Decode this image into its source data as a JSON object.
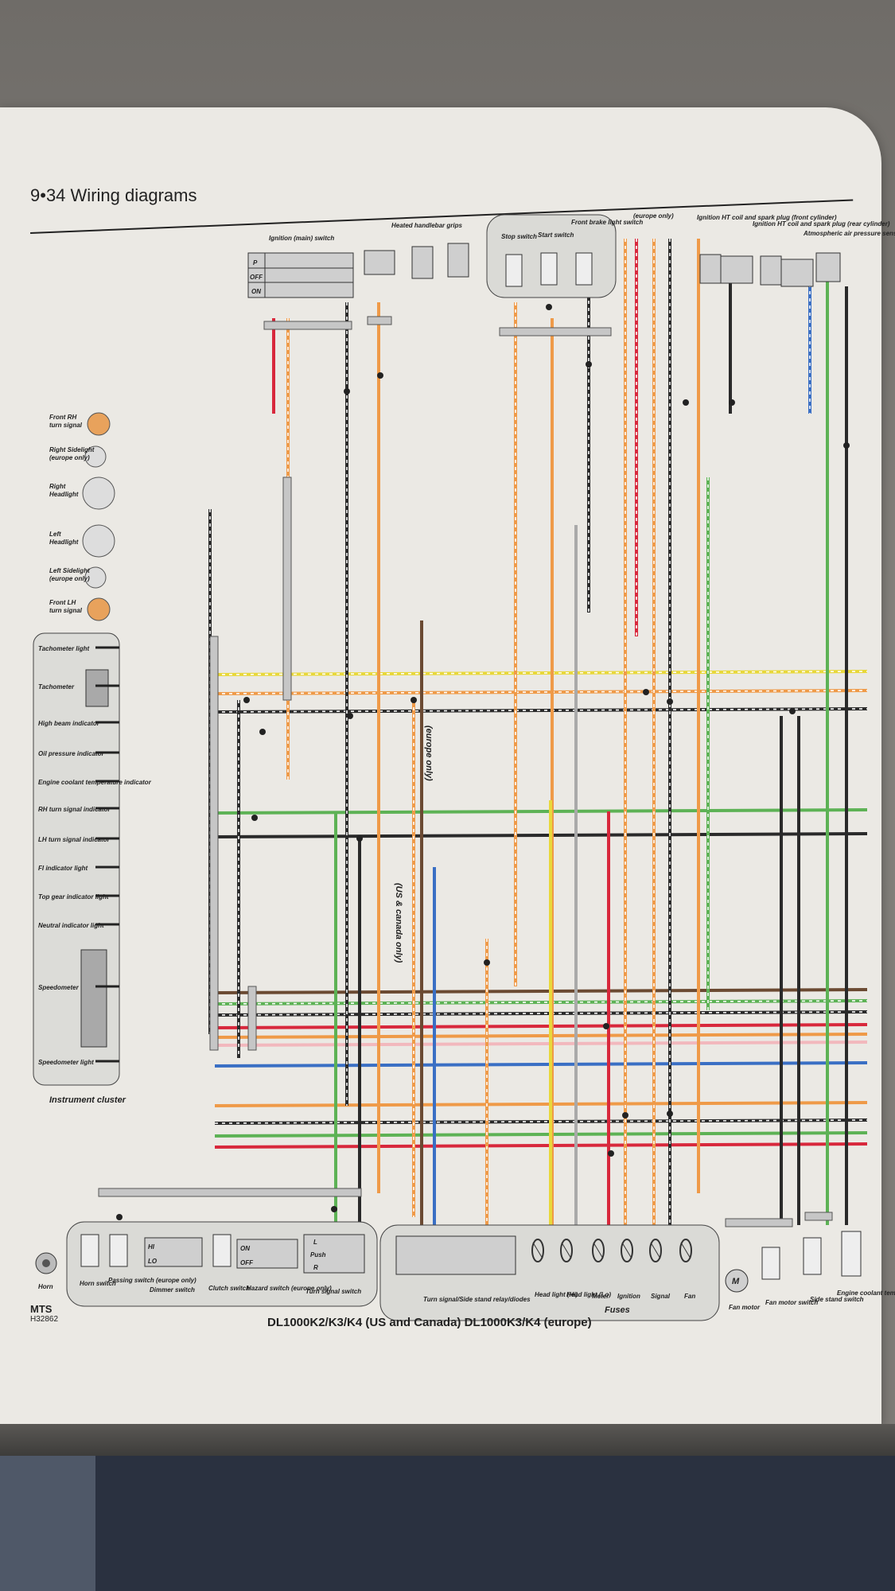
{
  "header": {
    "page_number": "9•34",
    "title": "Wiring diagrams"
  },
  "top_components": {
    "ignition": {
      "label": "Ignition (main) switch",
      "positions": [
        "P",
        "OFF",
        "ON"
      ]
    },
    "heated_grips": "Heated handlebar grips",
    "stop_switch": "Stop switch",
    "start_switch": "Start switch",
    "front_brake": "Front brake light switch",
    "europe_only": "(europe only)",
    "coil_front": "Ignition HT coil and spark plug (front cylinder)",
    "coil_rear": "Ignition HT coil and spark plug (rear cylinder)",
    "atmos": "Atmospheric air pressure sensor"
  },
  "left_components": [
    "Front RH turn signal",
    "Right Sidelight (europe only)",
    "Right Headlight",
    "Left Headlight",
    "Left Sidelight (europe only)",
    "Front LH turn signal"
  ],
  "instrument_cluster": {
    "label": "Instrument cluster",
    "items": [
      "Tachometer light",
      "Tachometer",
      "High beam indicator",
      "Oil pressure indicator",
      "Engine coolant temperature indicator",
      "RH turn signal indicator",
      "LH turn signal indicator",
      "FI indicator light",
      "Top gear indicator light",
      "Neutral indicator light",
      "Speedometer",
      "Speedometer light"
    ]
  },
  "mid_labels": {
    "europe_only": "(europe only)",
    "us_canada_only": "(US & canada only)"
  },
  "bottom_components": {
    "horn": "Horn",
    "horn_switch": "Horn switch",
    "passing_switch": "Passing switch (europe only)",
    "dimmer_switch": "Dimmer switch",
    "dimmer_positions": [
      "HI",
      "LO"
    ],
    "clutch_switch": "Clutch switch",
    "hazard_switch": "Hazard switch (europe only)",
    "hazard_positions": [
      "ON",
      "OFF"
    ],
    "turn_signal_switch": "Turn signal switch",
    "turn_positions": [
      "L",
      "Push",
      "R"
    ],
    "relay": "Turn signal/Side stand relay/diodes",
    "head_hi": "Head light (Hi)",
    "head_lo": "Head light (Lo)",
    "fuse_meter": "Meter",
    "fuse_ignition": "Ignition",
    "fuse_signal": "Signal",
    "fuse_fan": "Fan",
    "fuses": "Fuses",
    "fan_motor": "Fan motor",
    "fan_motor_switch": "Fan motor switch",
    "side_stand_switch": "Side stand switch",
    "coolant_sensor": "Engine coolant temperature sensor",
    "motor_symbol": "M"
  },
  "footer": {
    "publisher": "MTS",
    "code": "H32862",
    "title": "DL1000K2/K3/K4 (US and Canada) DL1000K3/K4 (europe)"
  },
  "colors": {
    "black": "#2a2a2a",
    "orange": "#ef9a48",
    "red": "#d8283c",
    "green": "#5db255",
    "yellow": "#e8d83a",
    "blue": "#3a6fc4",
    "brown": "#6b4a32",
    "light_blue": "#8cbde6",
    "pink": "#f2b8bd",
    "grey": "#a9a9a9"
  }
}
